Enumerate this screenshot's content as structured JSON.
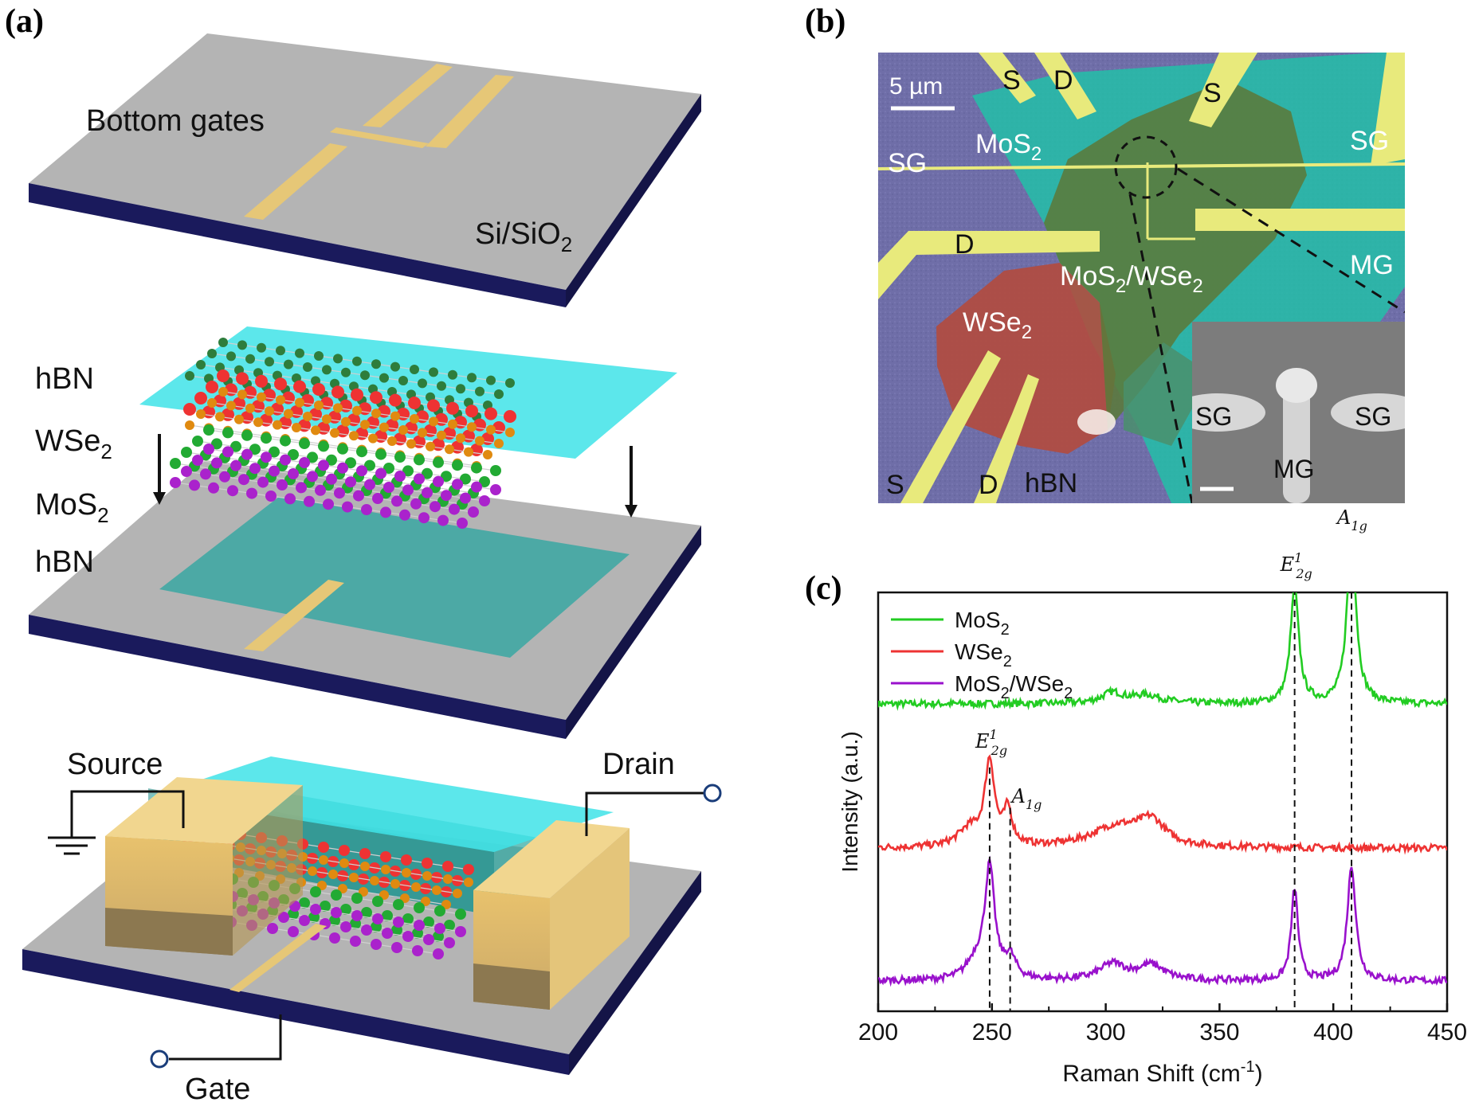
{
  "figure": {
    "panels": {
      "a": {
        "label": "(a)",
        "top_layer": {
          "bottom_gates": "Bottom gates",
          "substrate_main": "Si/SiO",
          "substrate_sub": "2"
        },
        "middle_layer": {
          "hbn_top": "hBN",
          "wse2_main": "WSe",
          "wse2_sub": "2",
          "mos2_main": "MoS",
          "mos2_sub": "2",
          "hbn_bottom": "hBN"
        },
        "bottom_layer": {
          "source": "Source",
          "drain": "Drain",
          "gate": "Gate"
        }
      },
      "b": {
        "label": "(b)",
        "scale_bar": "5 µm",
        "labels": {
          "s1": "S",
          "d1": "D",
          "s2": "S",
          "sg_left": "SG",
          "sg_right": "SG",
          "mos2_main": "MoS",
          "mos2_sub": "2",
          "d2": "D",
          "hetero_a": "MoS",
          "hetero_a_sub": "2",
          "hetero_b": "/WSe",
          "hetero_b_sub": "2",
          "mg": "MG",
          "wse2_main": "WSe",
          "wse2_sub": "2",
          "s3": "S",
          "d3": "D",
          "hbn": "hBN"
        },
        "inset": {
          "sg_left": "SG",
          "sg_right": "SG",
          "mg": "MG"
        }
      },
      "c": {
        "label": "(c)"
      }
    }
  },
  "colors": {
    "substrate_top": "#b4b4b4",
    "substrate_side": "#1a1a5c",
    "gold": "#e6c777",
    "hbn_cyan": "#3fe3e8",
    "mos2_series": "#22cc22",
    "wse2_series": "#ee3333",
    "hetero_series": "#9911cc"
  },
  "chart_data": {
    "type": "line",
    "title": "",
    "xlabel": "Raman Shift (cm",
    "xlabel_sup": "-1",
    "xlabel_end": ")",
    "ylabel": "Intensity (a.u.)",
    "xlim": [
      200,
      450
    ],
    "xticks": [
      200,
      250,
      300,
      350,
      400,
      450
    ],
    "yticks_shown": false,
    "legend_position": "top-left",
    "series": [
      {
        "legend_main": "MoS",
        "legend_sub": "2",
        "legend_tail": "",
        "legend_sub2": "",
        "color": "#22cc22",
        "offset": 2.4,
        "baseline": 0.0,
        "peaks": [
          [
            303,
            0.09,
            6
          ],
          [
            318,
            0.07,
            8
          ],
          [
            383,
            1.0,
            2.2
          ],
          [
            408,
            1.45,
            2.4
          ]
        ]
      },
      {
        "legend_main": "WSe",
        "legend_sub": "2",
        "legend_tail": "",
        "legend_sub2": "",
        "color": "#ee3333",
        "offset": 1.15,
        "baseline": 0.0,
        "peaks": [
          [
            240,
            0.15,
            6
          ],
          [
            249,
            0.72,
            2.6
          ],
          [
            257,
            0.3,
            2.2
          ],
          [
            305,
            0.18,
            14
          ],
          [
            320,
            0.2,
            7
          ]
        ]
      },
      {
        "legend_main": "MoS",
        "legend_sub": "2",
        "legend_tail": "/WSe",
        "legend_sub2": "2",
        "color": "#9911cc",
        "offset": 0.0,
        "baseline": 0.0,
        "peaks": [
          [
            243,
            0.15,
            5
          ],
          [
            249,
            0.95,
            2.6
          ],
          [
            258,
            0.18,
            3
          ],
          [
            303,
            0.14,
            7
          ],
          [
            320,
            0.13,
            7
          ],
          [
            383,
            0.8,
            1.8
          ],
          [
            408,
            1.0,
            2.2
          ]
        ]
      }
    ],
    "peak_annotations": [
      {
        "mode_main": "E",
        "mode_sub": "2g",
        "mode_sup": "1",
        "x": 383
      },
      {
        "mode_main": "A",
        "mode_sub": "1g",
        "mode_sup": "",
        "x": 408
      },
      {
        "mode_main": "E",
        "mode_sub": "2g",
        "mode_sup": "1",
        "x": 249
      },
      {
        "mode_main": "A",
        "mode_sub": "1g",
        "mode_sup": "",
        "x": 258
      }
    ]
  }
}
